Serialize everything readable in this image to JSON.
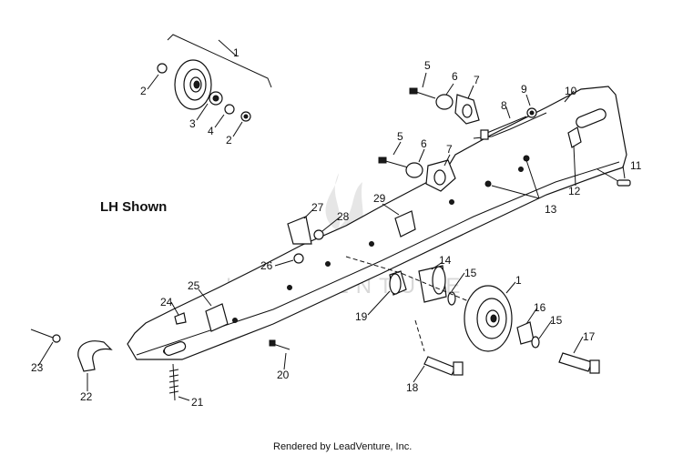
{
  "diagram": {
    "caption": "LH Shown",
    "footer": "Rendered by LeadVenture, Inc.",
    "watermark": "LEADVENTURE",
    "callouts": {
      "c1_top": "1",
      "c2_left": "2",
      "c3": "3",
      "c4": "4",
      "c2_right": "2",
      "c5_top": "5",
      "c6_top": "6",
      "c7_top": "7",
      "c8": "8",
      "c9": "9",
      "c10": "10",
      "c5_mid": "5",
      "c6_mid": "6",
      "c7_mid": "7",
      "c11": "11",
      "c12": "12",
      "c13": "13",
      "c27": "27",
      "c28": "28",
      "c29": "29",
      "c26": "26",
      "c14": "14",
      "c15_top": "15",
      "c1_bottom": "1",
      "c25": "25",
      "c24": "24",
      "c19": "19",
      "c16": "16",
      "c15_bottom": "15",
      "c17": "17",
      "c23": "23",
      "c22": "22",
      "c20": "20",
      "c21": "21",
      "c18": "18"
    }
  }
}
